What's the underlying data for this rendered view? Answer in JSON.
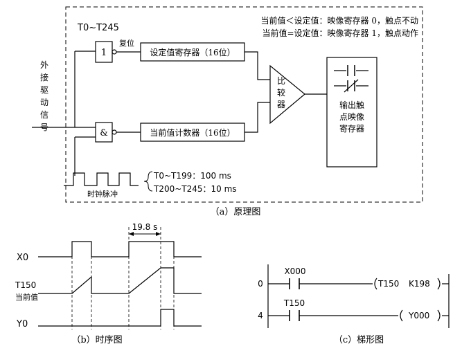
{
  "principle": {
    "timer_range_label": "T0~T245",
    "input_label": "外接驱动信号",
    "reset_label": "复位",
    "preset_register": "设定值寄存器（16位）",
    "counter_register": "当前值计数器（16位）",
    "comparator_label": "比较器",
    "output_contact_label": "输出触点映像寄存器",
    "rule_less": "当前值＜设定值：映像寄存器 0，触点不动",
    "rule_equal": "当前值=设定值：映像寄存器 1，触点动作",
    "clock_label": "时钟脉冲",
    "clock_spec_1": "T0~T199：100 ms",
    "clock_spec_2": "T200~T245：10 ms",
    "and_gate_symbol": "&",
    "not_gate_symbol": "1",
    "caption": "（a）原理图"
  },
  "timing": {
    "duration_label": "19.8 s",
    "x0_label": "X0",
    "t150_label": "T150",
    "current_value_label": "当前值",
    "y0_label": "Y0",
    "caption": "（b）时序图"
  },
  "ladder": {
    "rung1_step": "0",
    "rung1_contact": "X000",
    "rung1_coil": "T150",
    "rung1_setting": "K198",
    "rung2_step": "4",
    "rung2_contact": "T150",
    "rung2_coil": "Y000",
    "caption": "（c）梯形图"
  }
}
